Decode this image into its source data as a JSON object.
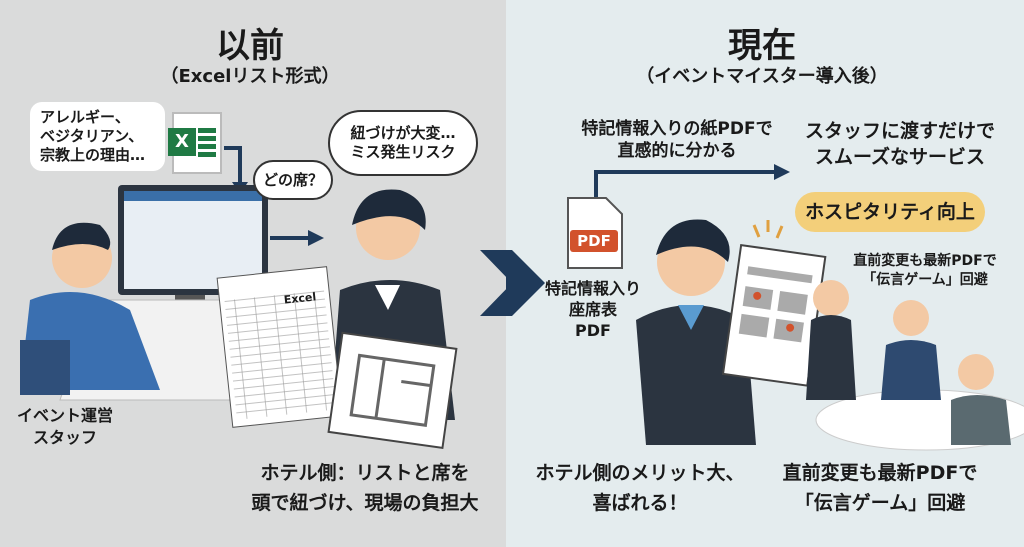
{
  "before": {
    "title": "以前",
    "subtitle": "（Excelリスト形式）",
    "speech": [
      "アレルギー、",
      "ベジタリアン、",
      "宗教上の理由…"
    ],
    "thought_seat": "どの席？",
    "thought_risk": [
      "紐づけが大変…",
      "ミス発生リスク"
    ],
    "excel_sheet_label": "Excel",
    "excel_icon_letter": "X",
    "staff_label": [
      "イベント運営",
      "スタッフ"
    ],
    "hotel_caption": [
      "ホテル側：リストと席を",
      "頭で紐づけ、現場の負担大"
    ]
  },
  "after": {
    "title": "現在",
    "subtitle": "（イベントマイスター導入後）",
    "pdf_note": [
      "特記情報入りの紙PDFで",
      "直感的に分かる"
    ],
    "service_note": [
      "スタッフに渡すだけで",
      "スムーズなサービス"
    ],
    "pdf_icon_label": "PDF",
    "pdf_label": [
      "特記情報入り",
      "座席表",
      "PDF"
    ],
    "hospitality": "ホスピタリティ向上",
    "change_note": [
      "直前変更も最新PDFで",
      "「伝言ゲーム」回避"
    ],
    "bottom_left": [
      "ホテル側のメリット大、",
      "喜ばれる！"
    ],
    "bottom_right": [
      "直前変更も最新PDFで",
      "「伝言ゲーム」回避"
    ]
  },
  "colors": {
    "navy": "#1f3a5a",
    "excel_green": "#1f7a44",
    "pdf_red": "#d2522c",
    "accent_yellow": "#f3cf7a"
  }
}
